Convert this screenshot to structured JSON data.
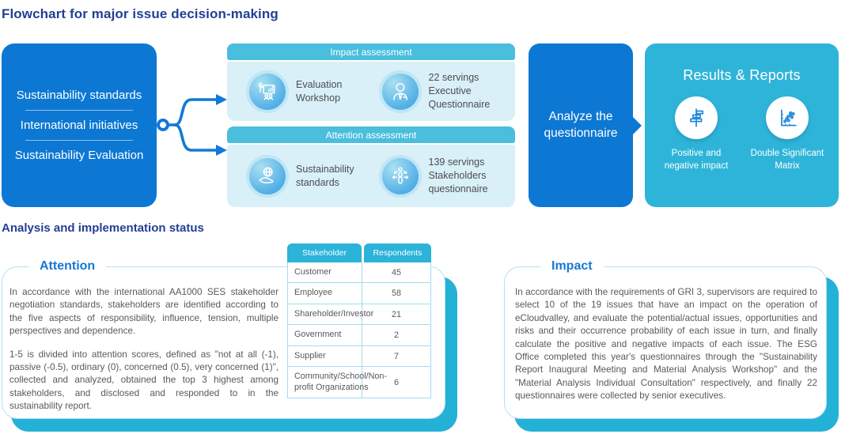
{
  "page": {
    "title": "Flowchart for major issue decision-making",
    "section2_title": "Analysis and implementation status"
  },
  "flowchart": {
    "source_box": {
      "items": [
        "Sustainability standards",
        "International initiatives",
        "Sustainability Evaluation"
      ]
    },
    "impact_assessment": {
      "title": "Impact assessment",
      "items": [
        {
          "icon": "workshop-icon",
          "label": "Evaluation Workshop"
        },
        {
          "icon": "executive-icon",
          "label": "22 servings Executive Questionnaire"
        }
      ]
    },
    "attention_assessment": {
      "title": "Attention assessment",
      "items": [
        {
          "icon": "globe-hand-icon",
          "label": "Sustainability standards"
        },
        {
          "icon": "stakeholders-icon",
          "label": "139 servings Stakeholders questionnaire"
        }
      ]
    },
    "analyze_box": {
      "label": "Analyze the questionnaire"
    },
    "results_box": {
      "title": "Results & Reports",
      "items": [
        {
          "icon": "tornado-chart-icon",
          "label": "Positive and negative impact"
        },
        {
          "icon": "scatter-matrix-icon",
          "label": "Double Significant Matrix"
        }
      ]
    }
  },
  "attention_card": {
    "title": "Attention",
    "paragraphs": [
      "In accordance with the international AA1000 SES stakeholder negotiation standards, stakeholders are identified according to the five aspects of responsibility, influence, tension, multiple perspectives and dependence.",
      "1-5 is divided into attention scores, defined as \"not at all (-1), passive (-0.5), ordinary (0), concerned (0.5), very concerned (1)\", collected and analyzed, obtained the top 3 highest among stakeholders, and disclosed and responded to in the sustainability report."
    ]
  },
  "stakeholder_table": {
    "headers": [
      "Stakeholder",
      "Respondents"
    ],
    "rows": [
      [
        "Customer",
        "45"
      ],
      [
        "Employee",
        "58"
      ],
      [
        "Shareholder/Investor",
        "21"
      ],
      [
        "Government",
        "2"
      ],
      [
        "Supplier",
        "7"
      ],
      [
        "Community/School/Non-profit Organizations",
        "6"
      ]
    ]
  },
  "impact_card": {
    "title": "Impact",
    "paragraphs": [
      "In accordance with the requirements of GRI 3, supervisors are required to select 10 of the 19 issues that have an impact on the operation of eCloudvalley, and evaluate the potential/actual issues, opportunities and risks and their occurrence probability of each issue in turn, and finally calculate the positive and negative impacts of each issue. The ESG Office completed this year's questionnaires through the \"Sustainability Report Inaugural Meeting and Material Analysis Workshop\" and the \"Material Analysis Individual Consultation\" respectively, and finally 22 questionnaires were collected by senior executives."
    ]
  },
  "colors": {
    "heading_navy": "#233f94",
    "primary_blue": "#0d78d3",
    "teal_header": "#49bedd",
    "panel_bg": "#d9f0f8",
    "results_teal": "#2fb4d9",
    "table_header_teal": "#2cb3da",
    "card_shadow_teal": "#24b1d8",
    "label_blue": "#1778d4",
    "body_text": "#58595b",
    "arrow_blue": "#1179d8"
  }
}
